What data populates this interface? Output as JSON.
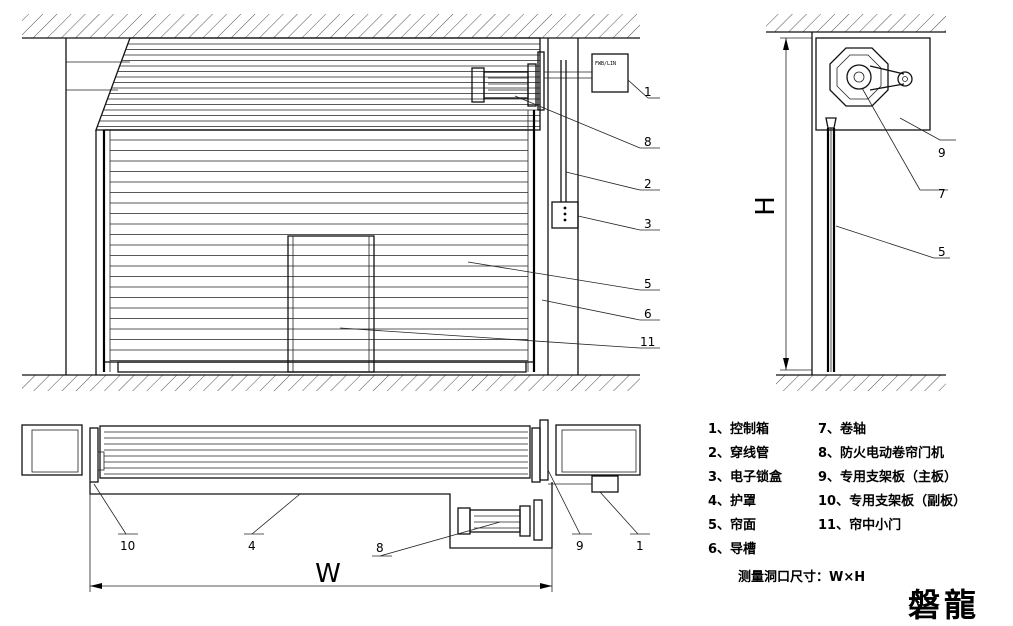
{
  "callouts": {
    "front": [
      "1",
      "8",
      "2",
      "3",
      "5",
      "6",
      "11"
    ],
    "side": [
      "9",
      "7",
      "5"
    ],
    "plan": [
      "10",
      "4",
      "8",
      "9",
      "1"
    ]
  },
  "dimensions": {
    "width_label": "W",
    "height_label": "H"
  },
  "control_box_text": "FWB/LIN",
  "legend": {
    "col1": [
      "1、控制箱",
      "2、穿线管",
      "3、电子锁盒",
      "4、护罩",
      "5、帘面",
      "6、导槽"
    ],
    "col2": [
      "7、卷轴",
      "8、防火电动卷帘门机",
      "9、专用支架板（主板）",
      "10、专用支架板（副板）",
      "11、帘中小门"
    ],
    "measure": "测量洞口尺寸：W×H"
  },
  "brand": "磐龍"
}
